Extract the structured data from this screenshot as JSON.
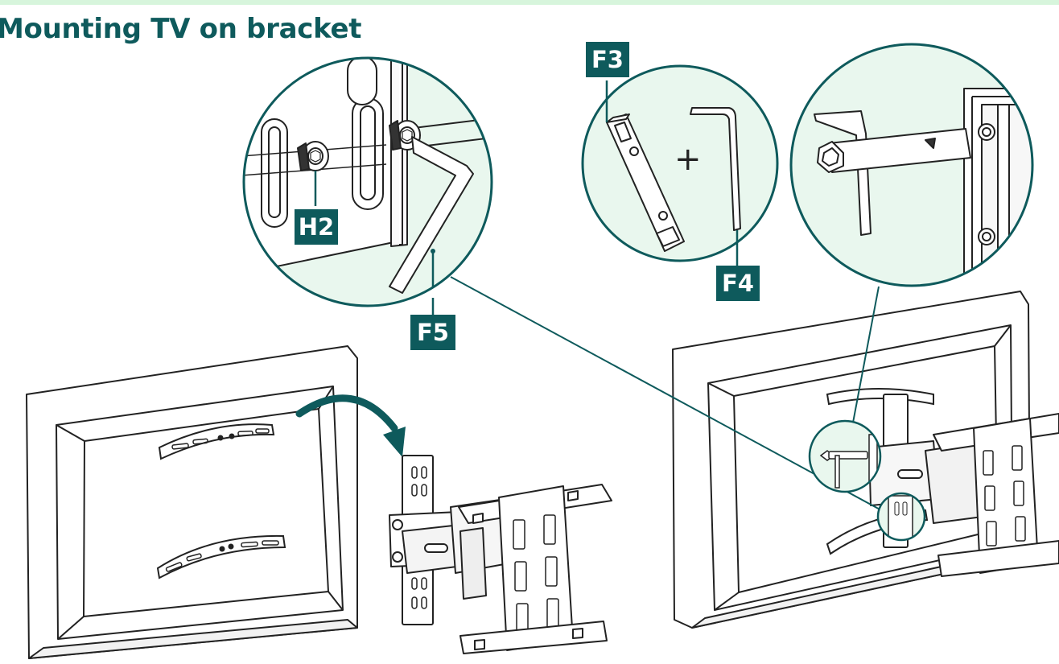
{
  "page": {
    "title": "Mounting TV on bracket"
  },
  "labels": {
    "h2": "H2",
    "f5": "F5",
    "f3": "F3",
    "f4": "F4",
    "plus": "+"
  },
  "colors": {
    "accent": "#0e5a5c",
    "circle_fill": "#e9f7ee",
    "top_band": "#d7f5dc",
    "line": "#222222"
  },
  "icons": {
    "rotation": "curved-arrow-icon"
  }
}
